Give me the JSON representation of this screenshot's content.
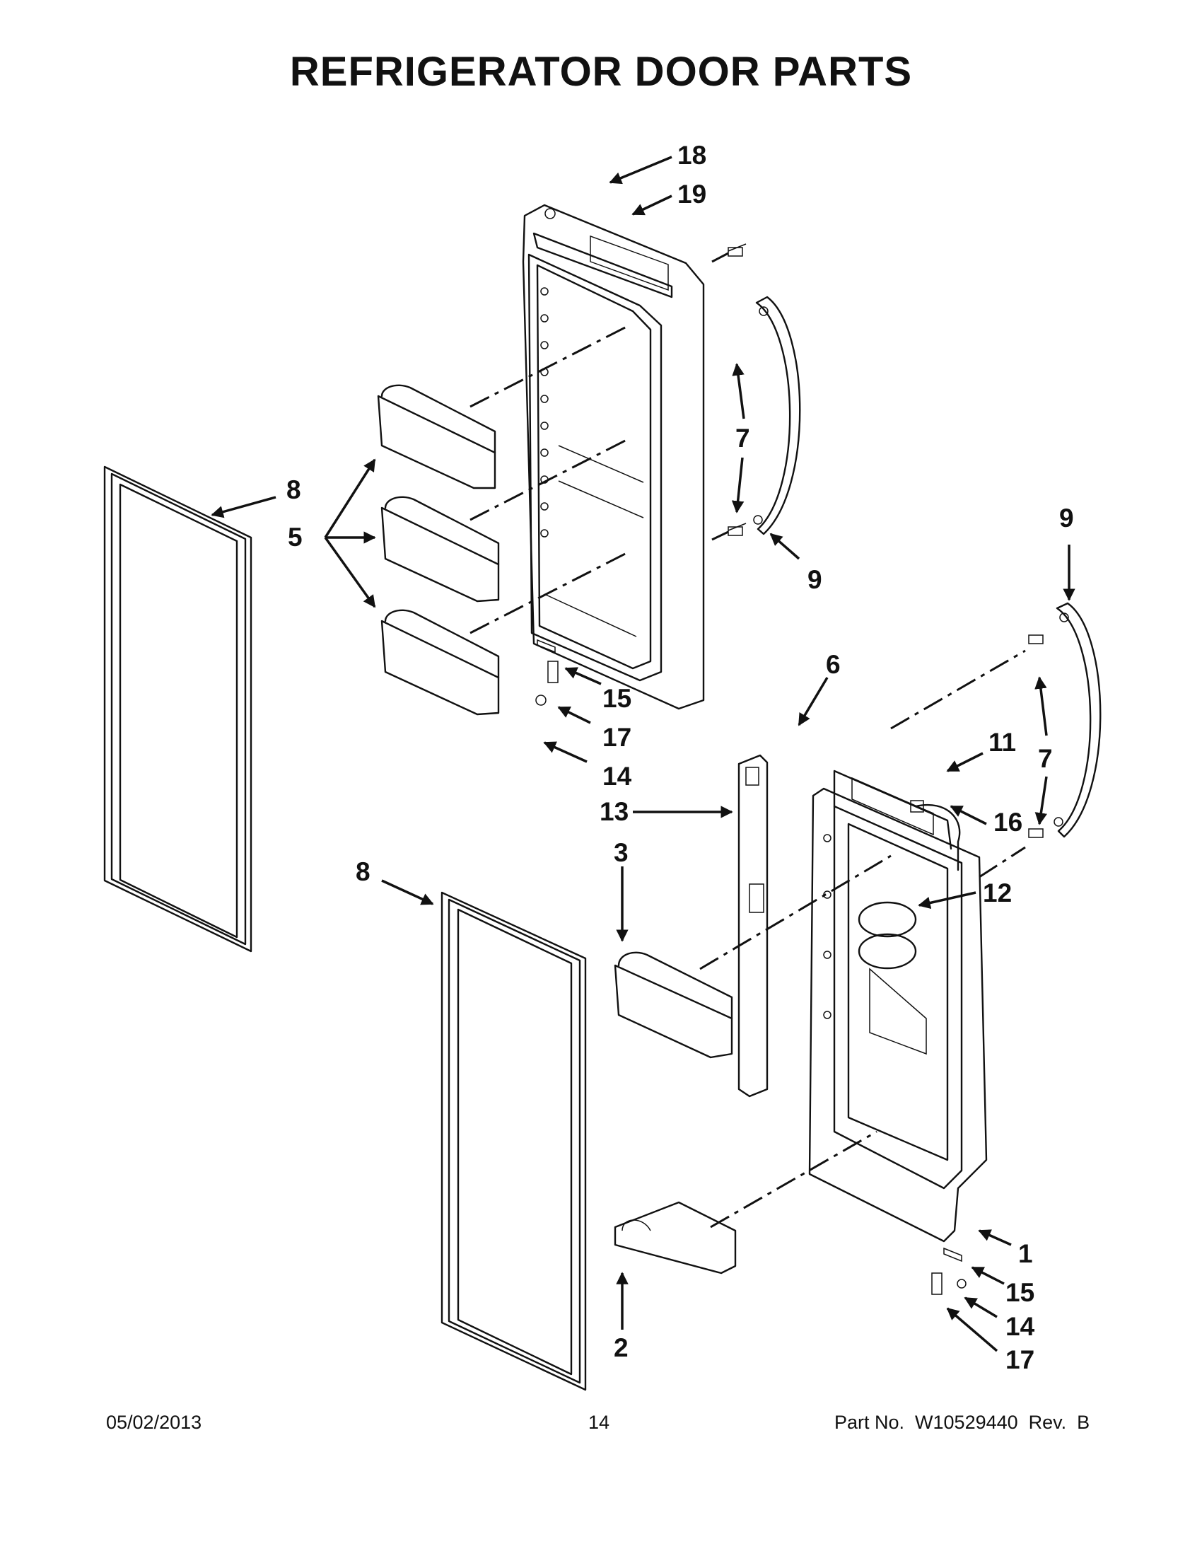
{
  "title": "REFRIGERATOR DOOR PARTS",
  "footer": {
    "date": "05/02/2013",
    "page": "14",
    "part_number": "Part No.  W10529440  Rev.  B"
  },
  "callouts": [
    "18",
    "19",
    "7",
    "9",
    "8",
    "5",
    "9",
    "7",
    "6",
    "11",
    "15",
    "17",
    "14",
    "13",
    "16",
    "3",
    "12",
    "8",
    "1",
    "15",
    "14",
    "2",
    "17"
  ]
}
